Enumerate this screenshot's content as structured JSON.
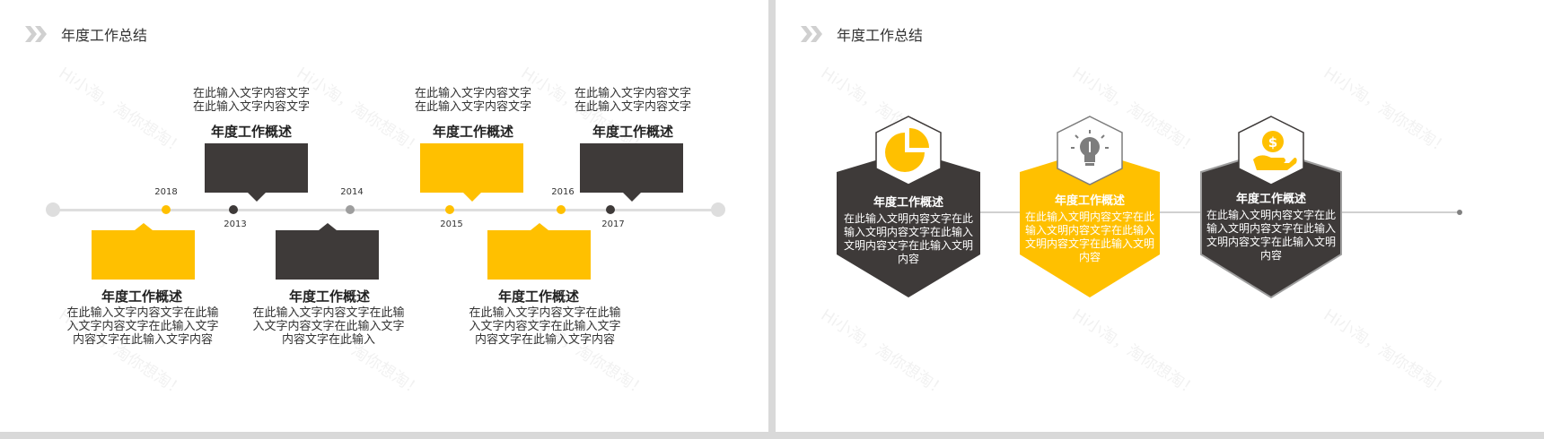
{
  "left": {
    "title": "年度工作总结",
    "watermark": "Hi小淘，淘你想淘！",
    "timeline": [
      {
        "year": "2018",
        "color": "#ffc000"
      },
      {
        "year": "2013",
        "color": "#3e3a39"
      },
      {
        "year": "2014",
        "color": "#9e9e9e"
      },
      {
        "year": "2015",
        "color": "#ffc000"
      },
      {
        "year": "2016",
        "color": "#ffc000"
      },
      {
        "year": "2017",
        "color": "#3e3a39"
      }
    ],
    "top_items": [
      {
        "line1": "在此输入文字内容文字",
        "line2": "在此输入文字内容文字",
        "heading": "年度工作概述"
      },
      {
        "line1": "在此输入文字内容文字",
        "line2": "在此输入文字内容文字",
        "heading": "年度工作概述"
      },
      {
        "line1": "在此输入文字内容文字",
        "line2": "在此输入文字内容文字",
        "heading": "年度工作概述"
      }
    ],
    "bottom_items": [
      {
        "heading": "年度工作概述",
        "body": "在此输入文字内容文字在此输入文字内容文字在此输入文字内容文字在此输入文字内容"
      },
      {
        "heading": "年度工作概述",
        "body": "在此输入文字内容文字在此输入文字内容文字在此输入文字内容文字在此输入"
      },
      {
        "heading": "年度工作概述",
        "body": "在此输入文字内容文字在此输入文字内容文字在此输入文字内容文字在此输入文字内容"
      }
    ]
  },
  "right": {
    "title": "年度工作总结",
    "watermark": "Hi小淘，淘你想淘！",
    "hexes": [
      {
        "icon": "pie-chart-icon",
        "heading": "年度工作概述",
        "body": "在此输入文明内容文字在此输入文明内容文字在此输入文明内容文字在此输入文明内容"
      },
      {
        "icon": "lightbulb-icon",
        "heading": "年度工作概述",
        "body": "在此输入文明内容文字在此输入文明内容文字在此输入文明内容文字在此输入文明内容"
      },
      {
        "icon": "money-hand-icon",
        "heading": "年度工作概述",
        "body": "在此输入文明内容文字在此输入文明内容文字在此输入文明内容文字在此输入文明内容"
      }
    ]
  },
  "colors": {
    "yellow": "#ffc000",
    "dark": "#3e3a39",
    "gray": "#9e9e9e"
  }
}
